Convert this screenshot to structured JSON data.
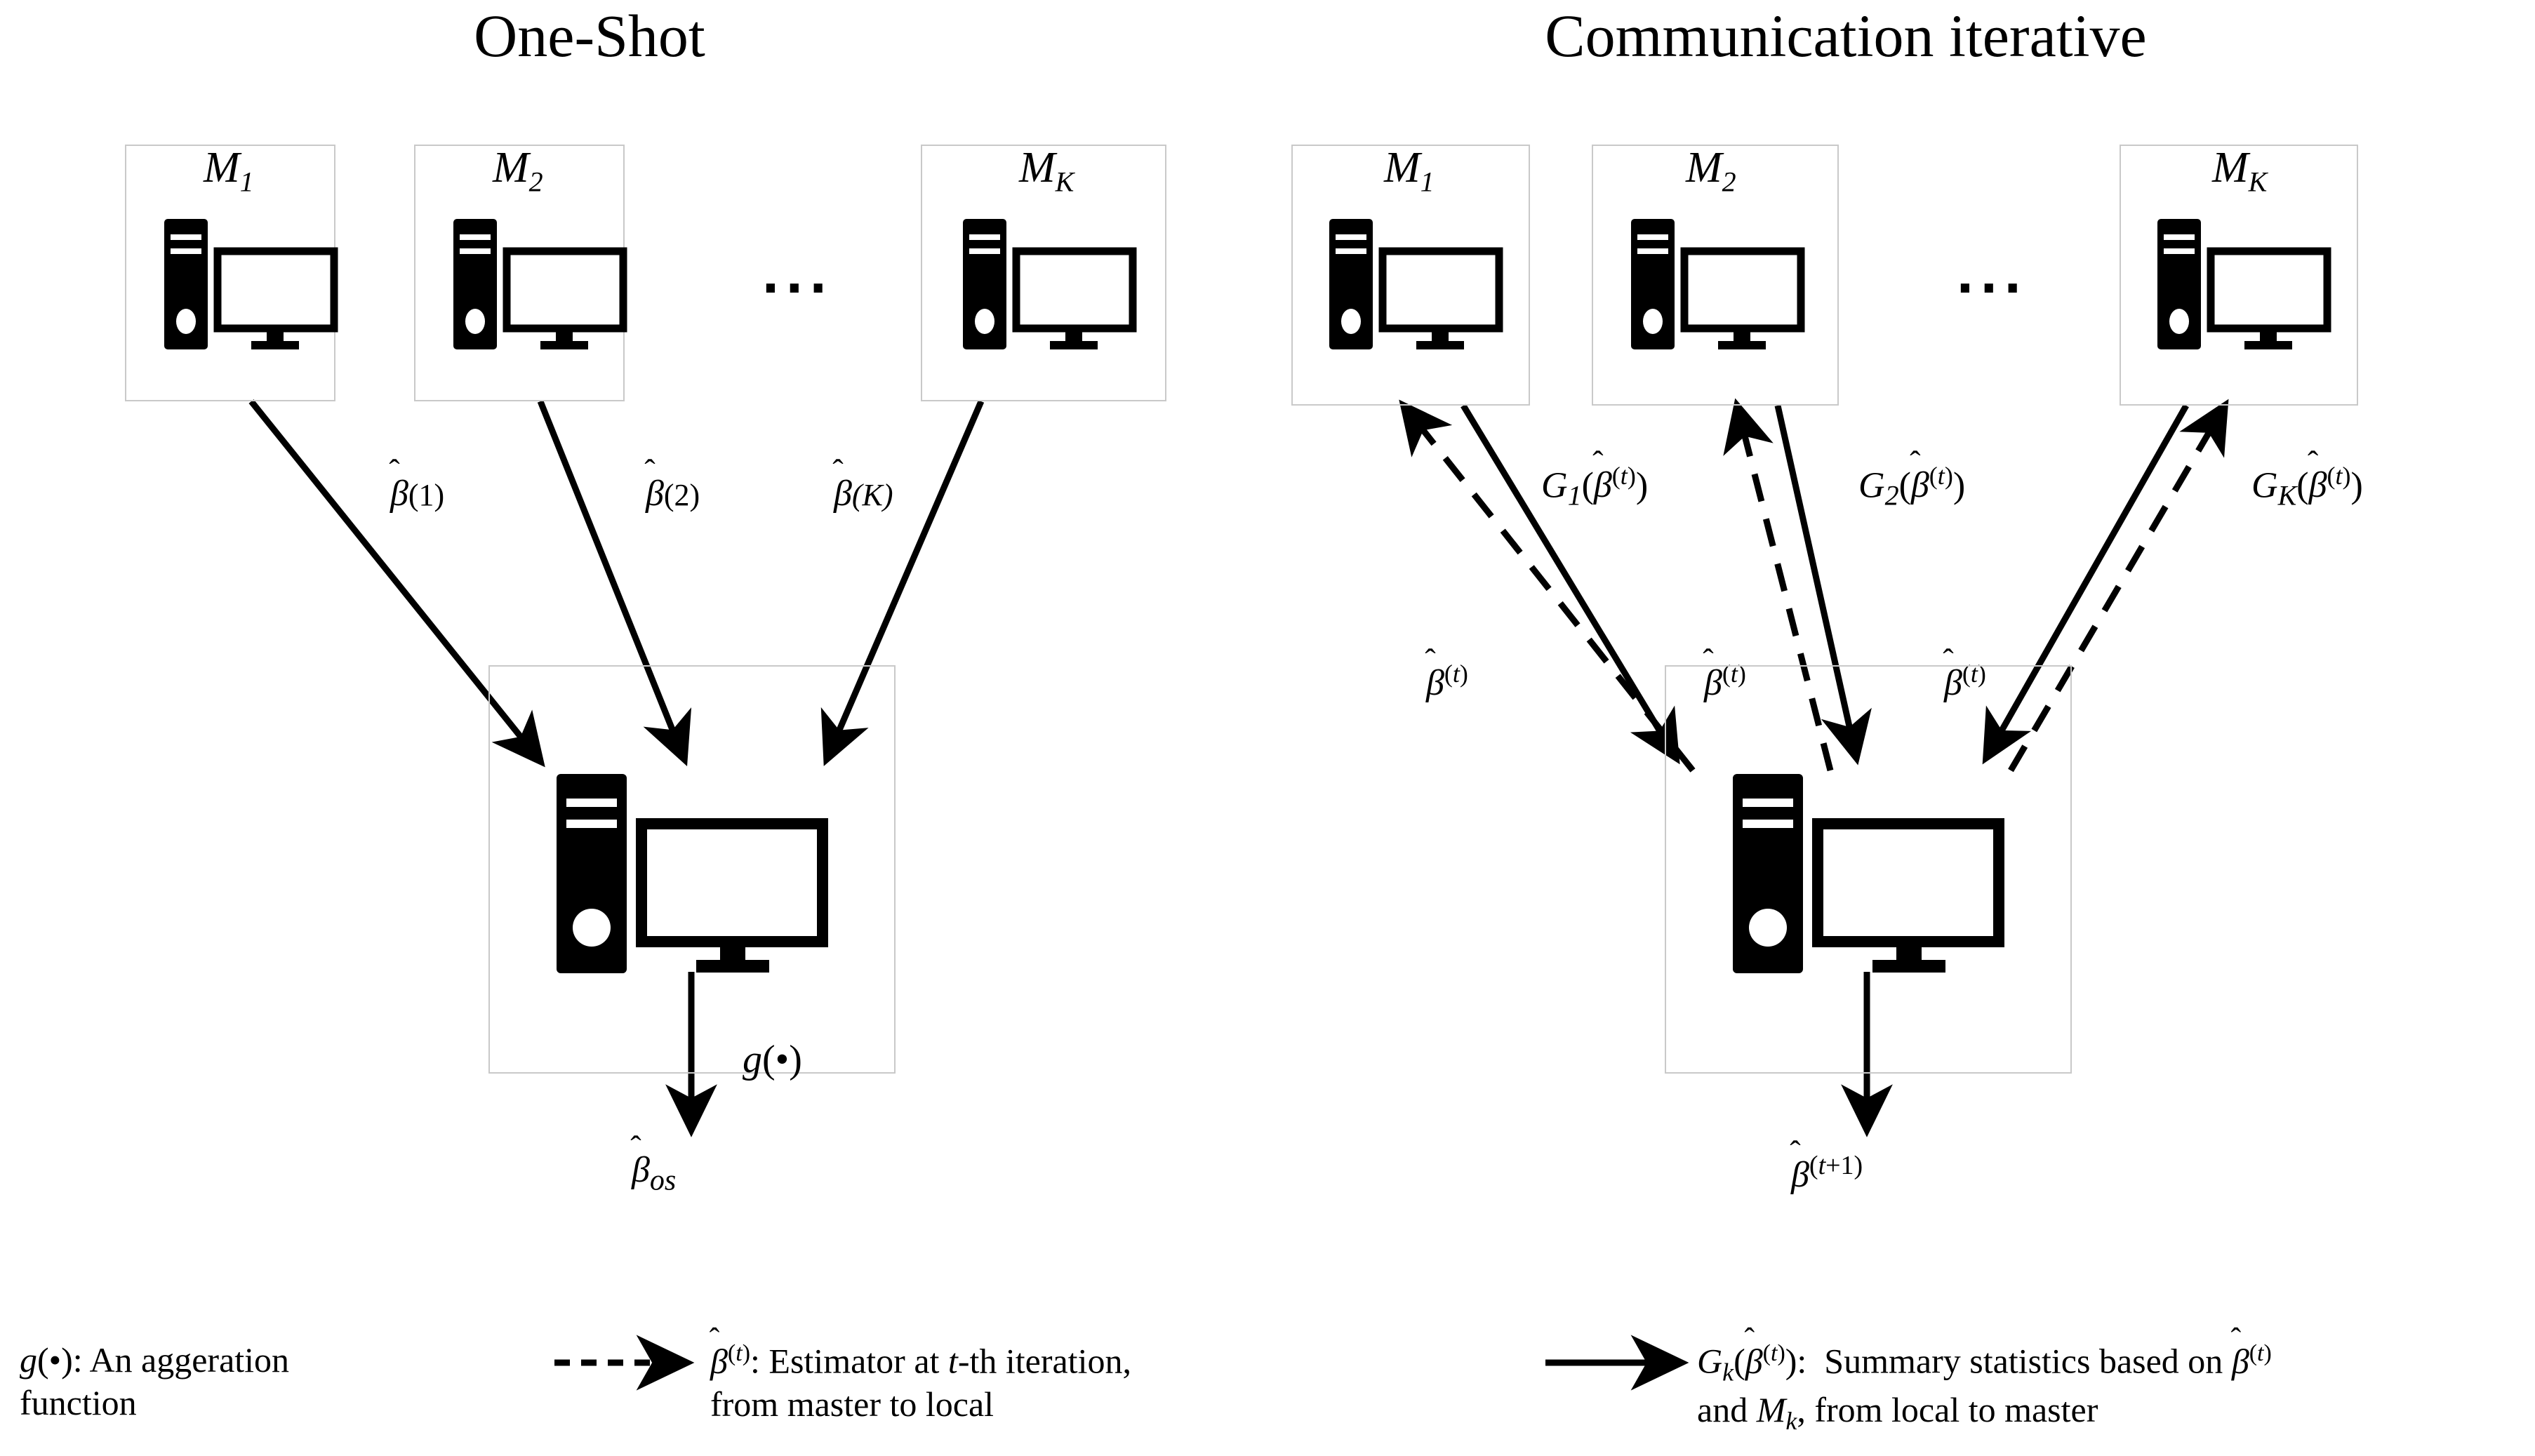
{
  "panels": [
    {
      "id": "one-shot",
      "title": "One-Shot",
      "nodes": [
        {
          "label_base": "M",
          "label_sub": "1"
        },
        {
          "label_base": "M",
          "label_sub": "2"
        },
        {
          "label_base": "M",
          "label_sub": "K"
        }
      ],
      "ellipsis": "...",
      "edge_labels": [
        "β̂(1)",
        "β̂(2)",
        "β̂(K)"
      ],
      "aggregation_label": "g(•)",
      "output_label": "β̂os"
    },
    {
      "id": "communication-iterative",
      "title": "Communication iterative",
      "nodes": [
        {
          "label_base": "M",
          "label_sub": "1"
        },
        {
          "label_base": "M",
          "label_sub": "2"
        },
        {
          "label_base": "M",
          "label_sub": "K"
        }
      ],
      "ellipsis": "...",
      "up_labels": [
        "G₁(β̂(t))",
        "G₂(β̂(t))",
        "Gₖ(β̂(t))"
      ],
      "down_labels": [
        "β̂(t)",
        "β̂(t)",
        "β̂(t)"
      ],
      "output_label": "β̂(t+1)"
    }
  ],
  "legend": {
    "items": [
      {
        "id": "aggregation",
        "marker": "none",
        "line1": "g(•): An aggeration",
        "line2": "function"
      },
      {
        "id": "estimator-down",
        "marker": "dashed-arrow",
        "line1": "β̂(t): Estimator at t-th iteration,",
        "line2": "from master to local"
      },
      {
        "id": "summary-up",
        "marker": "solid-arrow",
        "line1": "Gₖ(β̂(t)):  Summary statistics based on β̂(t)",
        "line2": "and Mₖ, from local to master"
      }
    ]
  },
  "math_parts": {
    "beta": "β",
    "hat": "̂",
    "G": "G",
    "g": "g",
    "bullet": "•",
    "t": "t",
    "K": "K",
    "k": "k"
  },
  "colors": {
    "ink": "#000000",
    "box_border": "#c9c9c9",
    "background": "#ffffff"
  }
}
